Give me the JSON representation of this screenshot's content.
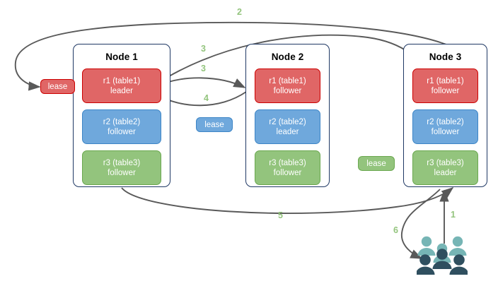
{
  "diagram": {
    "title": "Distributed lease / raft replica diagram",
    "colors": {
      "replica_red": "#e06666",
      "replica_red_border": "#cc0000",
      "replica_blue": "#6fa8dc",
      "replica_blue_border": "#3d85c6",
      "replica_green": "#93c47d",
      "replica_green_border": "#6aa84f",
      "node_border": "#1f3864",
      "arrow": "#595959",
      "step_label": "#93c47d",
      "user_light": "#76b5b5",
      "user_dark": "#2f4f5f"
    },
    "nodes": [
      {
        "id": "node-1",
        "title": "Node 1",
        "replicas": [
          {
            "id": "n1-r1",
            "line1": "r1 (table1)",
            "line2": "leader",
            "color": "red"
          },
          {
            "id": "n1-r2",
            "line1": "r2 (table2)",
            "line2": "follower",
            "color": "blue"
          },
          {
            "id": "n1-r3",
            "line1": "r3 (table3)",
            "line2": "follower",
            "color": "green"
          }
        ]
      },
      {
        "id": "node-2",
        "title": "Node 2",
        "replicas": [
          {
            "id": "n2-r1",
            "line1": "r1 (table1)",
            "line2": "follower",
            "color": "red"
          },
          {
            "id": "n2-r2",
            "line1": "r2 (table2)",
            "line2": "leader",
            "color": "blue"
          },
          {
            "id": "n2-r3",
            "line1": "r3 (table3)",
            "line2": "follower",
            "color": "green"
          }
        ]
      },
      {
        "id": "node-3",
        "title": "Node 3",
        "replicas": [
          {
            "id": "n3-r1",
            "line1": "r1 (table1)",
            "line2": "follower",
            "color": "red"
          },
          {
            "id": "n3-r2",
            "line1": "r2 (table2)",
            "line2": "follower",
            "color": "blue"
          },
          {
            "id": "n3-r3",
            "line1": "r3 (table3)",
            "line2": "leader",
            "color": "green"
          }
        ]
      }
    ],
    "leases": [
      {
        "id": "lease-r1",
        "label": "lease",
        "color": "red"
      },
      {
        "id": "lease-r2",
        "label": "lease",
        "color": "blue"
      },
      {
        "id": "lease-r3",
        "label": "lease",
        "color": "green"
      }
    ],
    "steps": [
      {
        "id": "step-1",
        "label": "1"
      },
      {
        "id": "step-2",
        "label": "2"
      },
      {
        "id": "step-3a",
        "label": "3"
      },
      {
        "id": "step-3b",
        "label": "3"
      },
      {
        "id": "step-4",
        "label": "4"
      },
      {
        "id": "step-5",
        "label": "5"
      },
      {
        "id": "step-6",
        "label": "6"
      }
    ],
    "actor": {
      "id": "users",
      "name": "users-group-icon"
    }
  }
}
